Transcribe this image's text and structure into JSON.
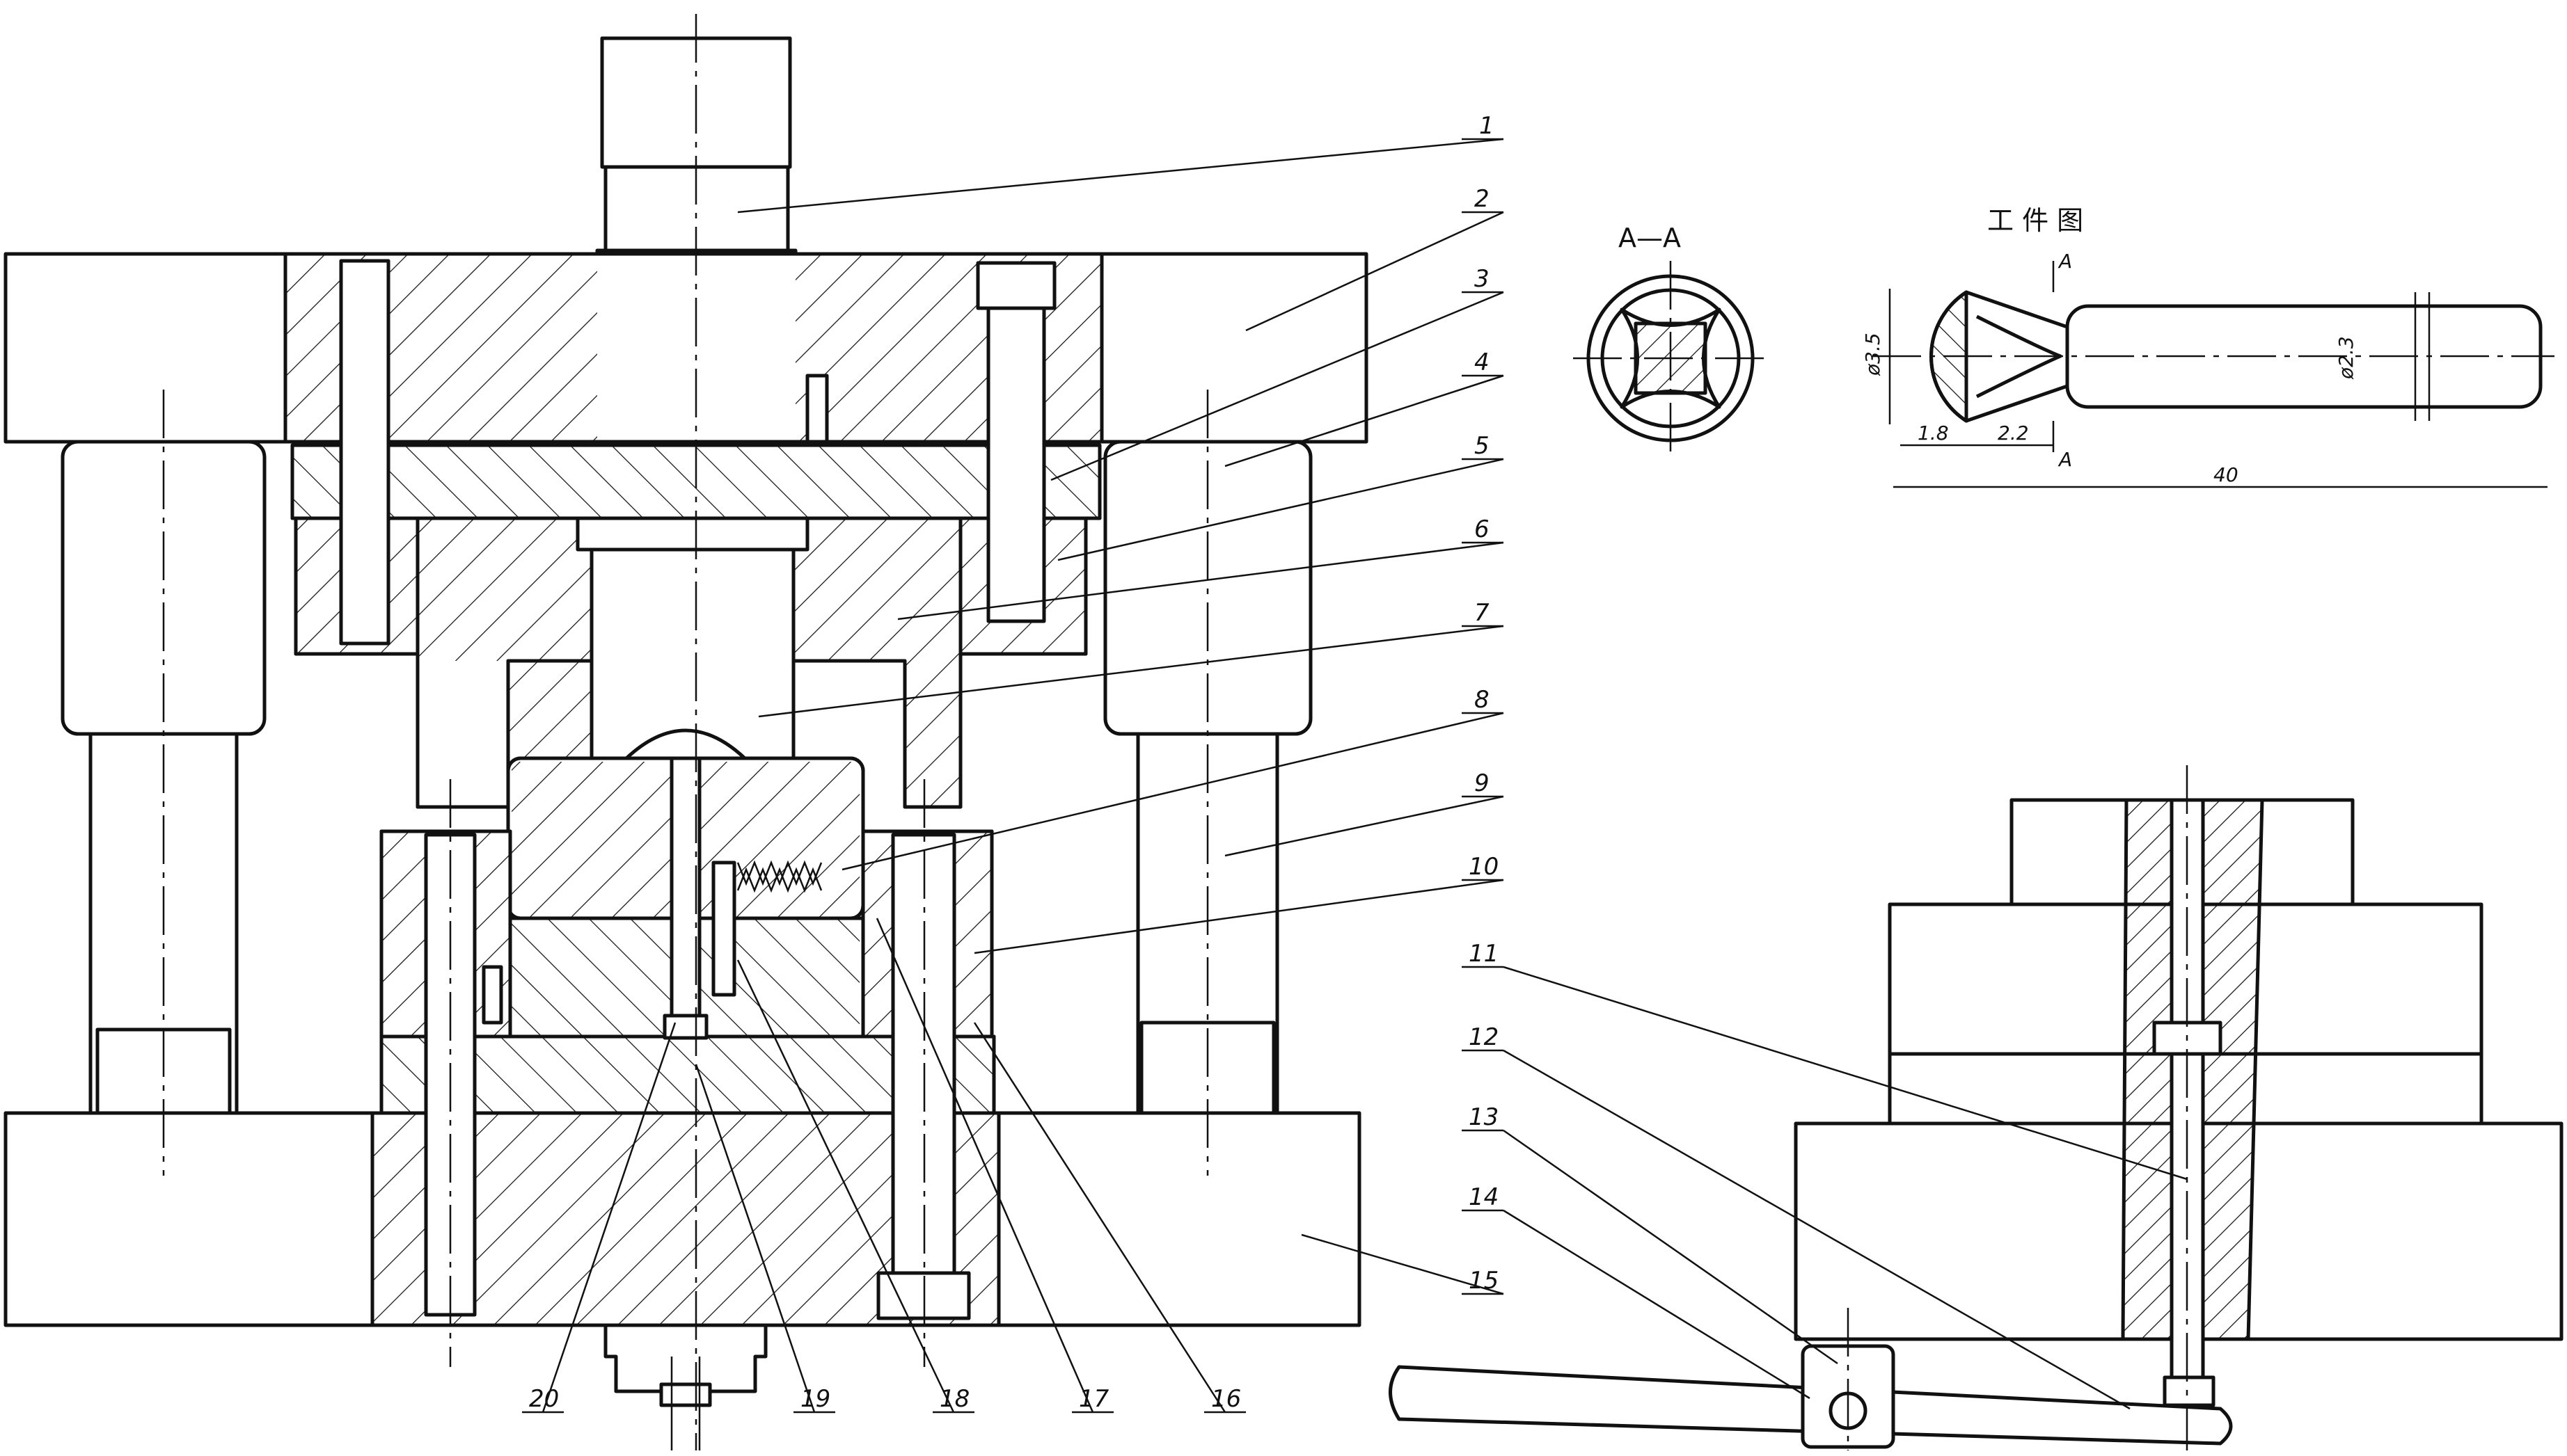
{
  "section_label": "A—A",
  "workpiece_title": "工 件 图",
  "cut_marks": [
    "A",
    "A"
  ],
  "dimensions": {
    "head_diameter": "ø3.5",
    "rod_diameter": "ø2.3",
    "d_head": "1.8",
    "d_cone": "2.2",
    "d_total": "40"
  },
  "part_labels": [
    "1",
    "2",
    "3",
    "4",
    "5",
    "6",
    "7",
    "8",
    "9",
    "10",
    "11",
    "12",
    "13",
    "14",
    "15",
    "16",
    "17",
    "18",
    "19",
    "20"
  ]
}
